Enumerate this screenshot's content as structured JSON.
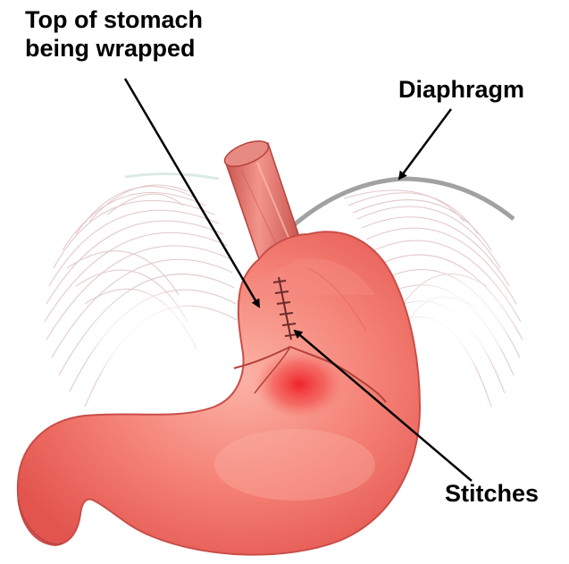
{
  "labels": {
    "top_wrap_line1": "Top of stomach",
    "top_wrap_line2": "being wrapped",
    "diaphragm": "Diaphragm",
    "stitches": "Stitches"
  },
  "colors": {
    "stomach_base": "#f26a62",
    "stomach_light": "#f9a898",
    "stomach_dark": "#d94f49",
    "esophagus": "#e86d66",
    "inflamed_center": "#ee1c24",
    "diaphragm_fiber": "#d9b6b6",
    "diaphragm_edge": "#8a8a8a",
    "arrow": "#000000",
    "background": "#ffffff"
  }
}
